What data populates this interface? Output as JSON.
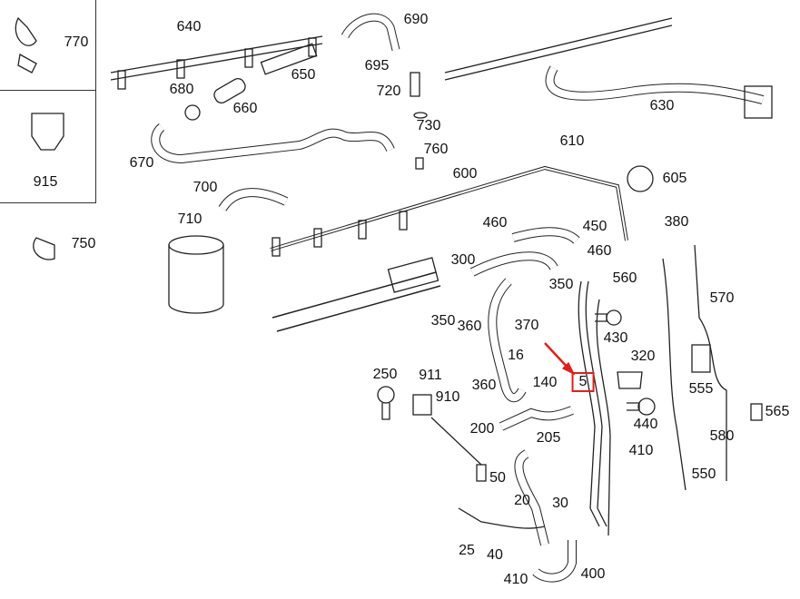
{
  "diagram": {
    "highlight_color": "#e0201b",
    "labels": [
      "770",
      "915",
      "750",
      "640",
      "690",
      "650",
      "695",
      "720",
      "680",
      "660",
      "730",
      "760",
      "670",
      "610",
      "600",
      "605",
      "700",
      "710",
      "460",
      "450",
      "380",
      "460",
      "300",
      "560",
      "570",
      "350",
      "350",
      "360",
      "370",
      "430",
      "320",
      "16",
      "250",
      "911",
      "910",
      "360",
      "140",
      "5",
      "555",
      "565",
      "440",
      "200",
      "205",
      "580",
      "410",
      "50",
      "550",
      "20",
      "30",
      "25",
      "40",
      "410",
      "400",
      "630"
    ]
  }
}
